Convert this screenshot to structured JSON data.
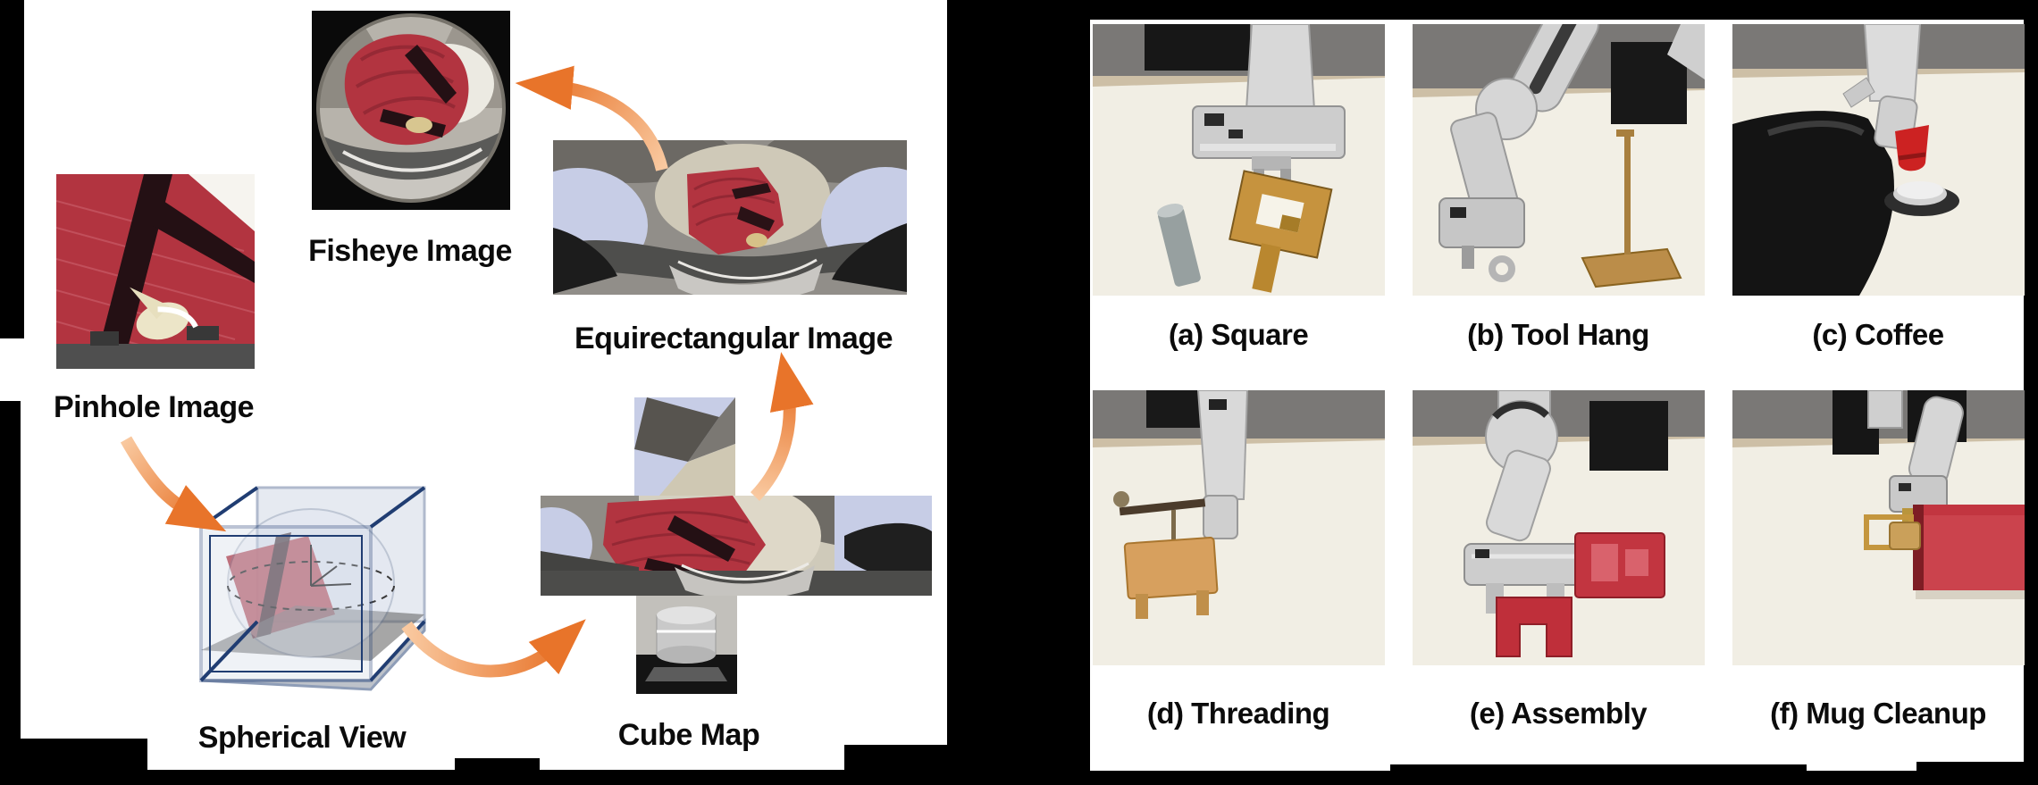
{
  "figure_type": "two-panel research figure",
  "left": {
    "pinhole_label": "Pinhole Image",
    "fisheye_label": "Fisheye Image",
    "equirectangular_label": "Equirectangular Image",
    "spherical_label": "Spherical View",
    "cubemap_label": "Cube Map",
    "flow": [
      "Pinhole Image",
      "Spherical View",
      "Cube Map",
      "Equirectangular Image",
      "Fisheye Image"
    ]
  },
  "right": {
    "captions": [
      "(a) Square",
      "(b) Tool Hang",
      "(c) Coffee",
      "(d) Threading",
      "(e) Assembly",
      "(f) Mug Cleanup"
    ]
  },
  "colors": {
    "background": "#000000",
    "panel": "#FFFFFF",
    "arrow_orange": "#E87B2E",
    "arrow_tail": "#F9C9A0",
    "object_red": "#B23440",
    "lavender": "#C7CDE6",
    "table_cream": "#F1EEE4",
    "wall_gray": "#7A7876",
    "wood_tan": "#CDBFA6",
    "cube_frame_navy": "#203D72"
  }
}
